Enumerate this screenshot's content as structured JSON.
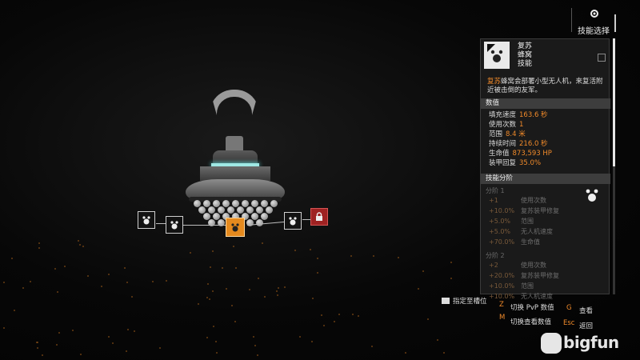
{
  "top_right": {
    "skill_select_label": "技能选择"
  },
  "panel": {
    "names": [
      "复苏",
      "蜂窝",
      "技能"
    ],
    "description_highlight": "复苏",
    "description_rest": "蜂窝会部署小型无人机，来复活附近被击倒的友军。",
    "stats_header": "数值",
    "stats": [
      {
        "label": "填充速度",
        "value": "163.6 秒"
      },
      {
        "label": "使用次数",
        "value": "1"
      },
      {
        "label": "范围",
        "value": "8.4 米"
      },
      {
        "label": "持续时间",
        "value": "216.0 秒"
      },
      {
        "label": "生命值",
        "value": "873,593 HP"
      },
      {
        "label": "装甲回复",
        "value": "35.0%"
      }
    ],
    "skill_tiers_header": "技能分阶",
    "tiers": [
      {
        "title": "分阶 1",
        "rows": [
          {
            "pct": "+1",
            "name": "使用次数"
          },
          {
            "pct": "+10.0%",
            "name": "复苏装甲修复"
          },
          {
            "pct": "+5.0%",
            "name": "范围"
          },
          {
            "pct": "+5.0%",
            "name": "无人机速度"
          },
          {
            "pct": "+70.0%",
            "name": "生命值"
          }
        ]
      },
      {
        "title": "分阶 2",
        "rows": [
          {
            "pct": "+2",
            "name": "使用次数"
          },
          {
            "pct": "+20.0%",
            "name": "复苏装甲修复"
          },
          {
            "pct": "+10.0%",
            "name": "范围"
          },
          {
            "pct": "+10.0%",
            "name": "无人机速度"
          }
        ]
      }
    ]
  },
  "hints": {
    "assign_slot": "指定至槽位",
    "z_key": "Z",
    "toggle_pvp": "切换 PvP 数值",
    "g_key": "G",
    "view": "查看",
    "m_key": "M",
    "toggle_view_values": "切换查看数值",
    "esc_key": "Esc",
    "back": "返回"
  },
  "logo": {
    "text": "bigfun"
  },
  "colors": {
    "accent": "#f08a2a",
    "active_node": "#e58a1e",
    "locked_node": "#9e2222"
  }
}
